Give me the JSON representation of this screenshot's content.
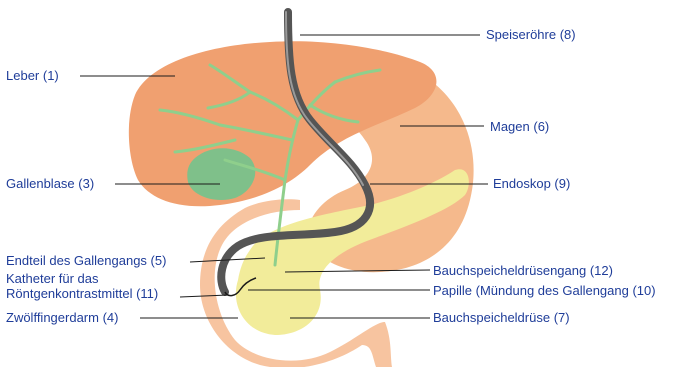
{
  "colors": {
    "label_text": "#1f3d99",
    "leader_line": "#1b1b1b",
    "liver": "#f0a070",
    "stomach": "#f5b98c",
    "duodenum": "#f7c4a0",
    "gallbladder": "#7fc08a",
    "bile_ducts": "#8fcf8c",
    "pancreas": "#f2ec9a",
    "endoscope": "#555555",
    "catheter": "#1a1a1a"
  },
  "labels": {
    "leber": "Leber (1)",
    "gallenblase": "Gallenblase (3)",
    "endteil": "Endteil des Gallengangs (5)",
    "katheter": "Katheter für das\nRöntgenkontrastmittel (11)",
    "zwoelffingerdarm": "Zwölffingerdarm (4)",
    "speiseroehre": "Speiseröhre (8)",
    "magen": "Magen (6)",
    "endoskop": "Endoskop (9)",
    "bauchspeicheldruesengang": "Bauchspeicheldrüsengang (12)",
    "papille": "Papille (Mündung des Gallengang (10)",
    "bauchspeicheldruese": "Bauchspeicheldrüse (7)"
  }
}
